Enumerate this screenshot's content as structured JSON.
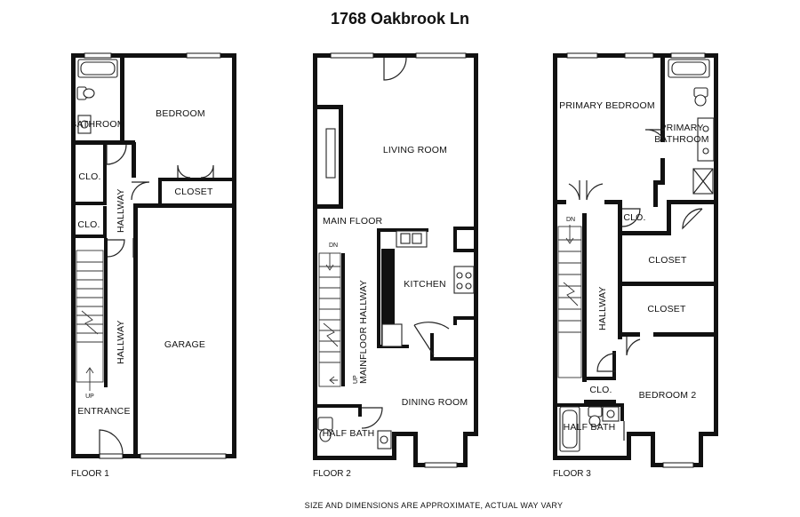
{
  "title": "1768 Oakbrook Ln",
  "footer_note": "SIZE AND DIMENSIONS ARE APPROXIMATE, ACTUAL WAY VARY",
  "floor1": {
    "label": "FLOOR 1",
    "rooms": {
      "bathroom": "BATHROOM",
      "bedroom": "BEDROOM",
      "closet1": "CLO.",
      "closet2": "CLO.",
      "closet3": "CLOSET",
      "hallway_top": "HALLWAY",
      "hallway": "HALLWAY",
      "garage": "GARAGE",
      "entrance": "ENTRANCE",
      "up": "UP"
    }
  },
  "floor2": {
    "label": "FLOOR 2",
    "rooms": {
      "living": "LIVING ROOM",
      "main_floor": "MAIN FLOOR",
      "kitchen": "KITCHEN",
      "hallway": "MAINFLOOR HALLWAY",
      "dining": "DINING ROOM",
      "half_bath": "HALF BATH",
      "dn": "DN",
      "up": "UP"
    }
  },
  "floor3": {
    "label": "FLOOR 3",
    "rooms": {
      "primary_bedroom": "PRIMARY BEDROOM",
      "primary_bath_1": "PRIMARY",
      "primary_bath_2": "BATHROOM",
      "clo": "CLO.",
      "closet1": "CLOSET",
      "closet2": "CLOSET",
      "hallway": "HALLWAY",
      "clo2": "CLO.",
      "bedroom2": "BEDROOM 2",
      "half_bath": "HALF BATH",
      "dn": "DN"
    }
  }
}
